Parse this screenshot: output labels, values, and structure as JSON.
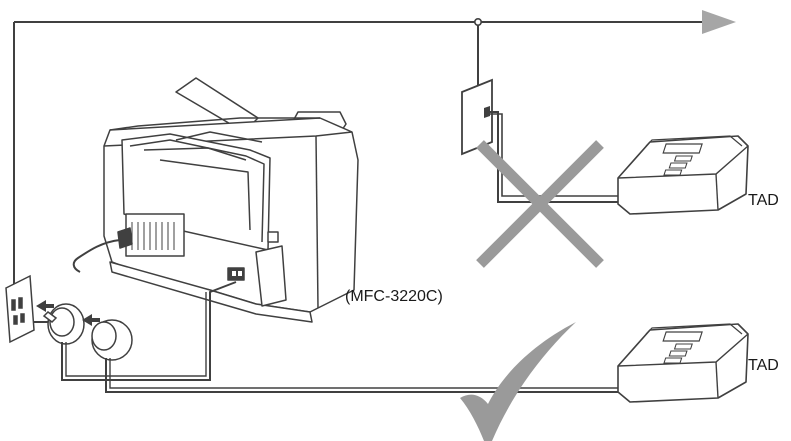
{
  "labels": {
    "model": "(MFC-3220C)",
    "tad_top": "TAD",
    "tad_bottom": "TAD"
  },
  "markers": {
    "wrong": "cross-mark",
    "right": "check-mark"
  },
  "colors": {
    "line": "#404040",
    "mark": "#9a9a9a",
    "arrow": "#a6a6a6"
  }
}
